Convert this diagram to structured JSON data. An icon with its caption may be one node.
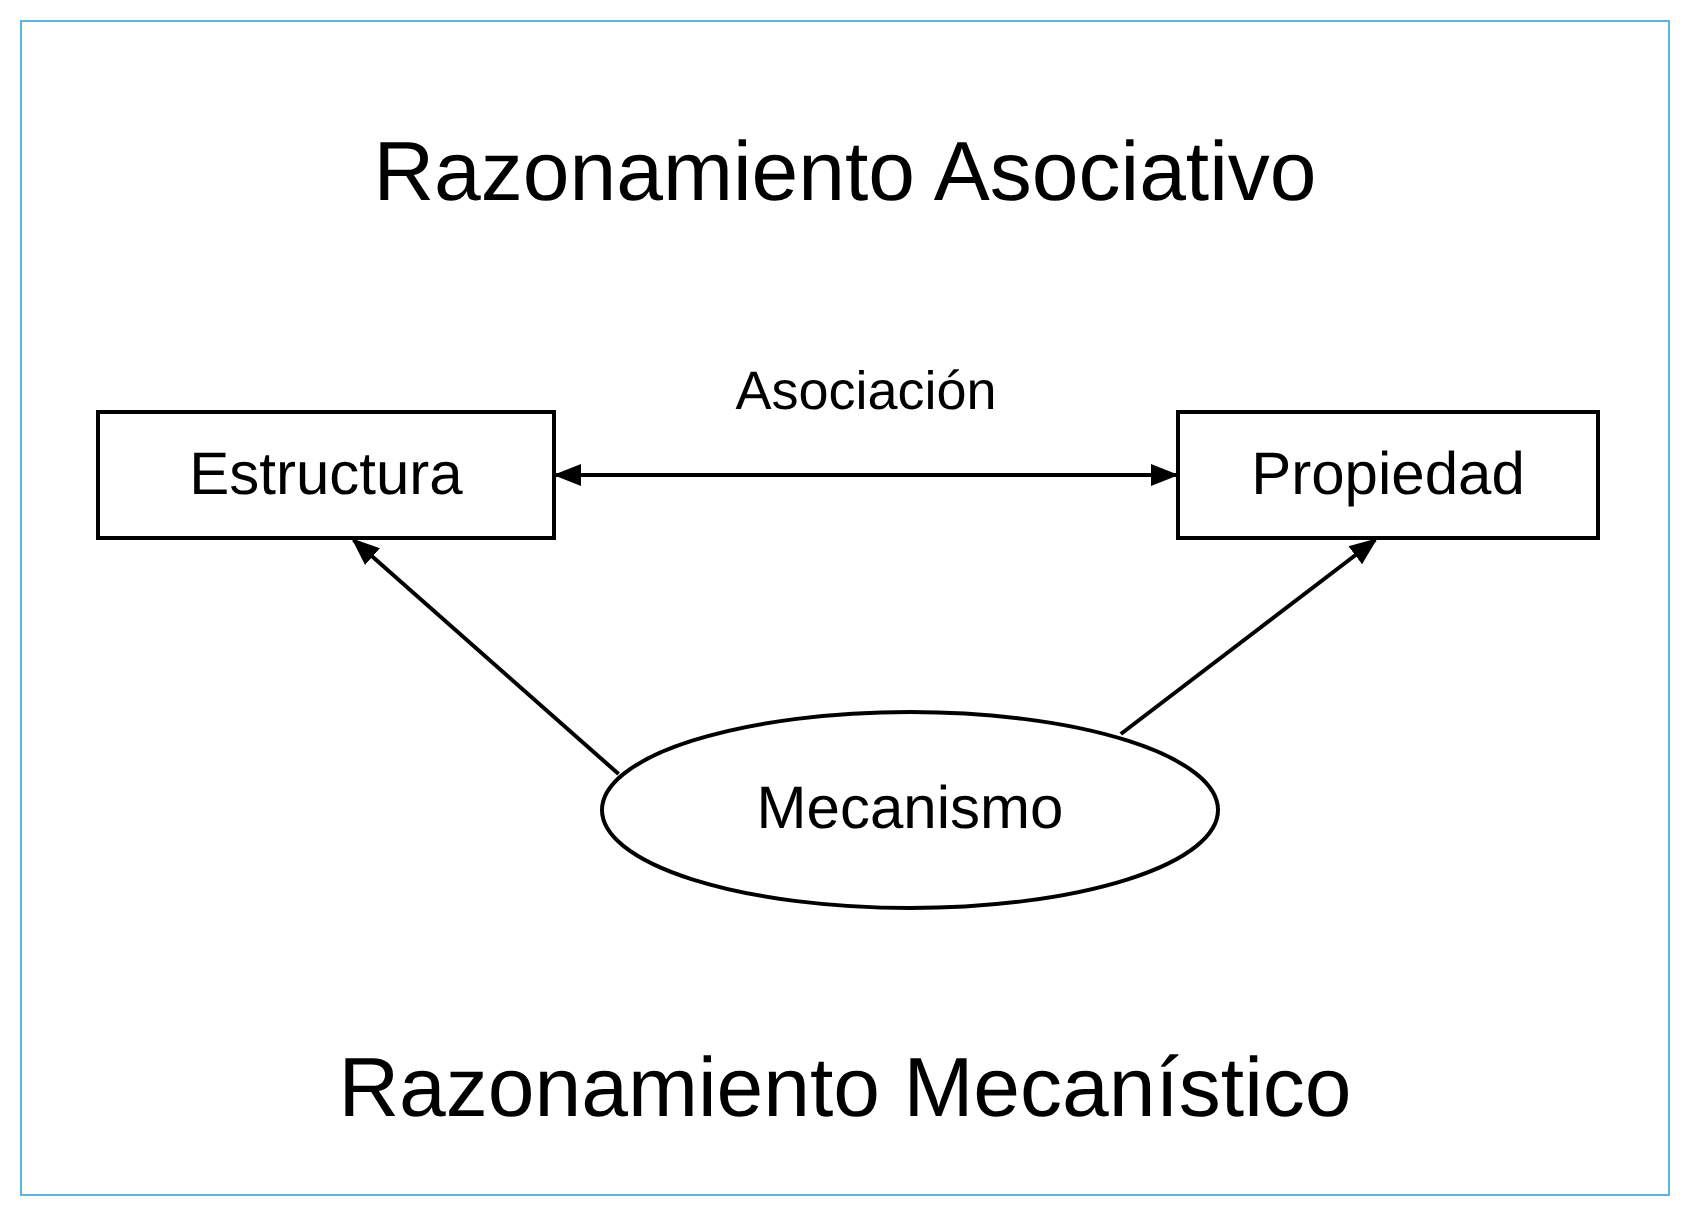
{
  "diagram": {
    "title": "Razonamiento Asociativo",
    "nodes": [
      {
        "text": [
          "Estructura"
        ]
      },
      {
        "text": [
          "Propiedad"
        ]
      },
      {
        "text": [
          "Mecanismo"
        ]
      }
    ],
    "edges": [
      {
        "from": 0,
        "to": 1,
        "arrow": "both",
        "label": "Asociación"
      },
      {
        "from": 2,
        "to": 0,
        "arrow": "to"
      },
      {
        "from": 2,
        "to": 1,
        "arrow": "to"
      }
    ],
    "labels": [
      "Razonamiento Mecanístico"
    ]
  }
}
